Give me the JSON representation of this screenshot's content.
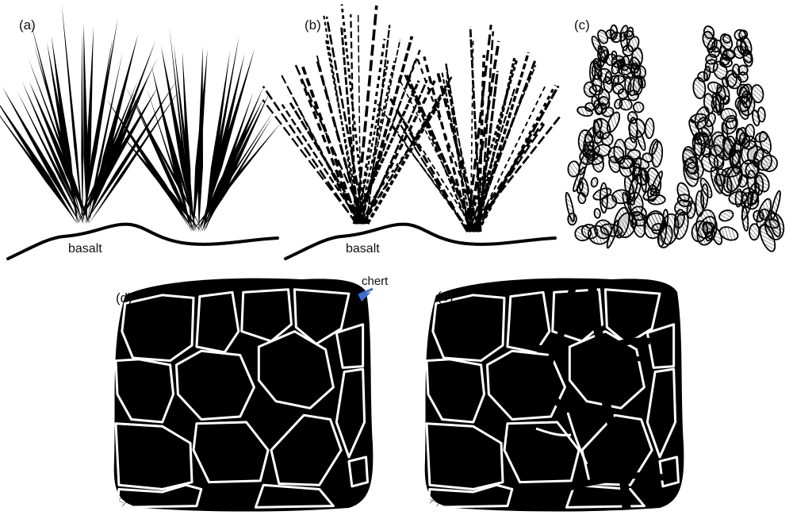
{
  "panels": {
    "a": {
      "label": "(a)",
      "ground_label": "basalt"
    },
    "b": {
      "label": "(b)",
      "ground_label": "basalt"
    },
    "c": {
      "label": "(c)"
    },
    "d": {
      "label": "(d)",
      "callout": "chert"
    },
    "e": {
      "label": "(e)"
    }
  },
  "colors": {
    "ink": "#000000",
    "paper": "#ffffff",
    "arrow": "#3b6fd6"
  }
}
